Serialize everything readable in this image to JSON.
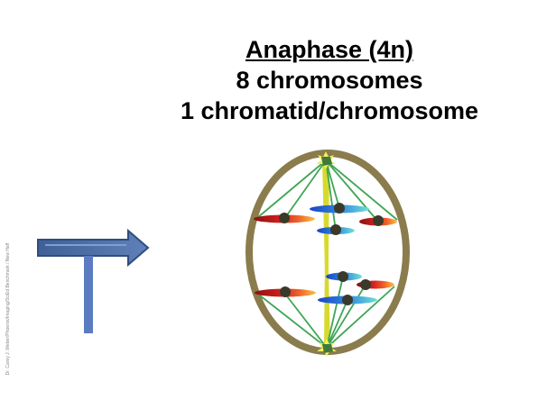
{
  "title": {
    "line1": "Anaphase (4n)",
    "line2": "8 chromosomes",
    "line3": "1 chromatid/chromosome"
  },
  "credit_text": "Dr. Carey J. Weber/Phoenix/Imaging/SciEd Benchmark / New Haff",
  "colors": {
    "cell_membrane": "#8a7c4c",
    "spindle_fiber": "#3fa655",
    "polar_fiber": "#d7da2e",
    "centromere": "#3a3a2a",
    "arrow_fill": "#4f6fa3",
    "arrow_stroke": "#2f4d7e",
    "chromatid_red": "#c21414",
    "chromatid_blue": "#1f5fd6"
  }
}
